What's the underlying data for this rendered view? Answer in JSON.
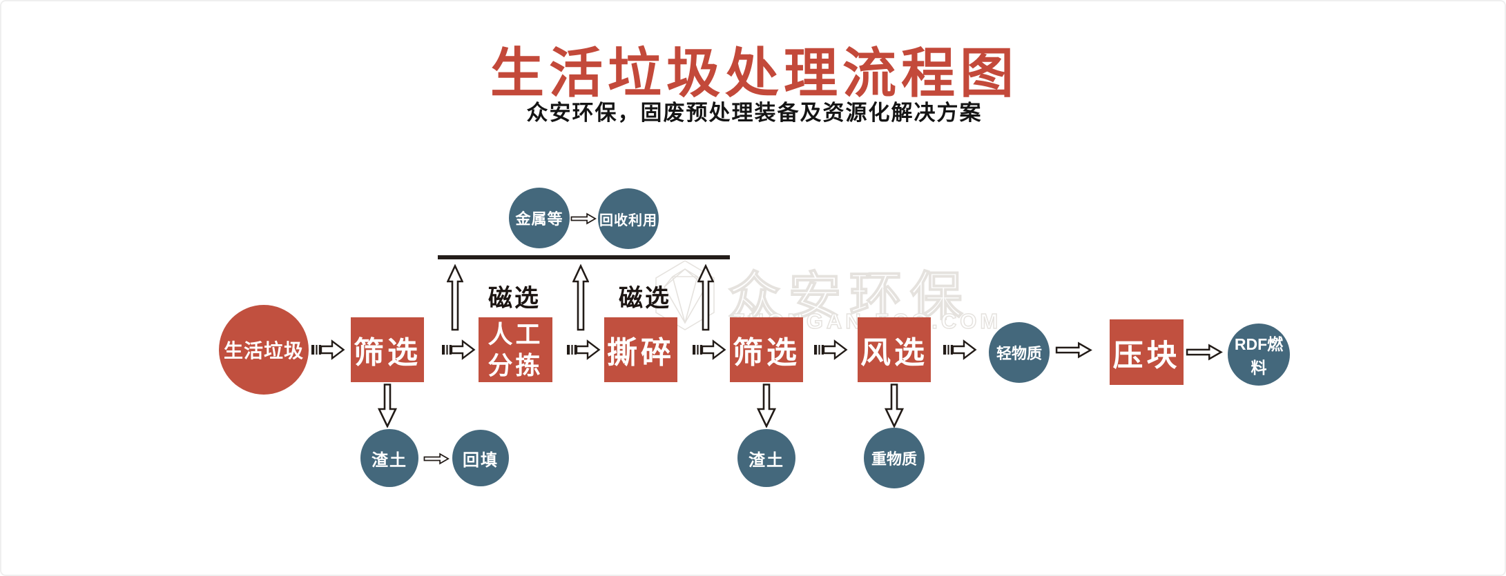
{
  "header": {
    "title": "生活垃圾处理流程图",
    "subtitle": "众安环保，固废预处理装备及资源化解决方案"
  },
  "watermark": {
    "brand": "众安环保",
    "domain": "ZHONGAN-ECO.COM",
    "logo_icon": "gem-logo"
  },
  "colors": {
    "title_red": "#c3493a",
    "node_red": "#c1503f",
    "node_blue": "#44687c",
    "arrow_outline": "#221b17",
    "collector_line": "#241d19",
    "watermark_stroke": "#e5e2de",
    "background": "#ffffff"
  },
  "nodes": {
    "source": "生活垃圾",
    "screening_1": "筛选",
    "manual_sorting": "人工分拣",
    "shredding": "撕碎",
    "screening_2": "筛选",
    "air_separation": "风选",
    "light_material": "轻物质",
    "briquetting": "压块",
    "rdf_fuel": "RDF燃料",
    "metals": "金属等",
    "recycling": "回收利用",
    "residue_1": "渣土",
    "backfill": "回填",
    "residue_2": "渣土",
    "heavy_material": "重物质"
  },
  "labels": {
    "magnetic_1": "磁选",
    "magnetic_2": "磁选"
  },
  "edges": [
    {
      "from": "source",
      "to": "screening_1",
      "style": "striped-arrow"
    },
    {
      "from": "screening_1",
      "to": "manual_sorting",
      "style": "striped-arrow"
    },
    {
      "from": "manual_sorting",
      "to": "shredding",
      "style": "striped-arrow"
    },
    {
      "from": "shredding",
      "to": "screening_2",
      "style": "striped-arrow"
    },
    {
      "from": "screening_2",
      "to": "air_separation",
      "style": "striped-arrow"
    },
    {
      "from": "air_separation",
      "to": "light_material",
      "style": "striped-arrow"
    },
    {
      "from": "light_material",
      "to": "briquetting",
      "style": "outline-arrow"
    },
    {
      "from": "briquetting",
      "to": "rdf_fuel",
      "style": "outline-arrow"
    },
    {
      "from": "metals",
      "to": "recycling",
      "style": "outline-arrow"
    },
    {
      "from": "residue_1",
      "to": "backfill",
      "style": "outline-arrow"
    },
    {
      "from": "screening_1",
      "to": "residue_1",
      "style": "outline-arrow-down"
    },
    {
      "from": "screening_2",
      "to": "residue_2",
      "style": "outline-arrow-down"
    },
    {
      "from": "air_separation",
      "to": "heavy_material",
      "style": "outline-arrow-down"
    },
    {
      "from": "screening_1",
      "to": "collector_line",
      "label": "磁选",
      "style": "outline-arrow-up"
    },
    {
      "from": "manual_sorting",
      "to": "collector_line",
      "label": "磁选",
      "style": "outline-arrow-up"
    },
    {
      "from": "shredding",
      "to": "collector_line",
      "style": "outline-arrow-up"
    }
  ]
}
